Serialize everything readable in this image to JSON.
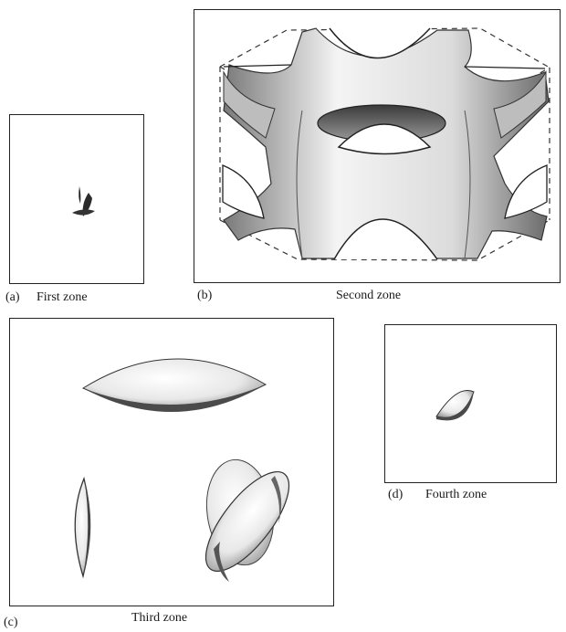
{
  "panels": [
    {
      "letter": "(a)",
      "caption": "First zone"
    },
    {
      "letter": "(b)",
      "caption": "Second zone"
    },
    {
      "letter": "(c)",
      "caption": "Third zone"
    },
    {
      "letter": "(d)",
      "caption": "Fourth zone"
    }
  ]
}
